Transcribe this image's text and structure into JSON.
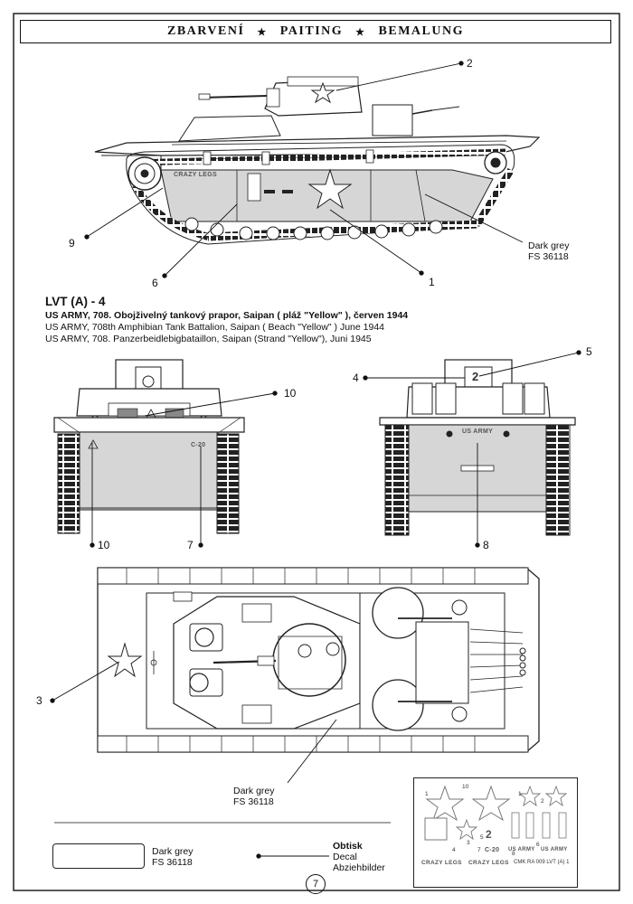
{
  "header": {
    "left": "ZBARVENÍ",
    "mid": "PAITING",
    "right": "BEMALUNG",
    "sep": "★"
  },
  "callouts": {
    "c1": "1",
    "c2": "2",
    "c3": "3",
    "c4": "4",
    "c5": "5",
    "c6": "6",
    "c7": "7",
    "c8": "8",
    "c9": "9",
    "c10a": "10",
    "c10b": "10"
  },
  "paint": {
    "name": "Dark grey",
    "code": "FS 36118"
  },
  "title": {
    "model": "LVT (A) - 4",
    "cz": "US ARMY, 708. Obojživelný tankový prapor, Saipan ( pláž \"Yellow\" ), červen 1944",
    "en": "US ARMY, 708th Amphibian Tank Battalion, Saipan ( Beach \"Yellow\" ) June 1944",
    "de": "US ARMY, 708. Panzerbeidlebigbataillon, Saipan (Strand \"Yellow\"), Juni 1945"
  },
  "markings": {
    "crazy": "CRAZY LEGS",
    "usarmy": "US ARMY",
    "c20": "C-20",
    "two": "2"
  },
  "legend": {
    "color_name": "Dark grey",
    "color_code": "FS 36118",
    "decal_cz": "Obtisk",
    "decal_en": "Decal",
    "decal_de": "Abziehbilder"
  },
  "decal_sheet": {
    "n1": "1",
    "n2": "2",
    "n3": "3",
    "n4": "4",
    "n5": "5",
    "n6": "6",
    "n7": "7",
    "n8": "8",
    "n10": "10",
    "c20": "C-20",
    "crazy1": "CRAZY LEGS",
    "crazy2": "CRAZY LEGS",
    "usarmy1": "US ARMY",
    "usarmy2": "US ARMY",
    "two": "2",
    "footer": "CMK RA 009 LVT (A) 1"
  },
  "page_number": "7"
}
